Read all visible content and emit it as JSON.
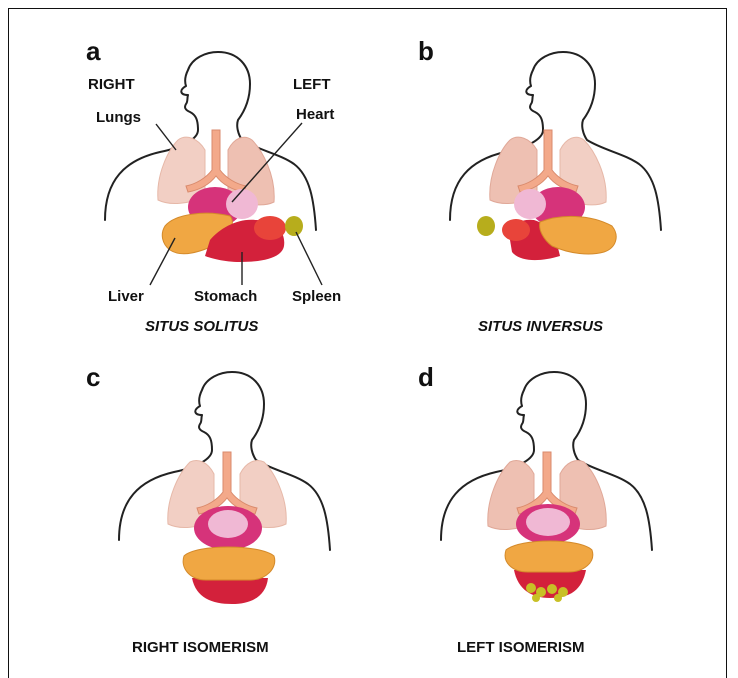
{
  "panels": [
    {
      "letter": "a",
      "caption": "SITUS SOLITUS",
      "labels": {
        "right": "RIGHT",
        "left": "LEFT",
        "lungs": "Lungs",
        "heart": "Heart",
        "liver": "Liver",
        "stomach": "Stomach",
        "spleen": "Spleen"
      }
    },
    {
      "letter": "b",
      "caption": "SITUS INVERSUS"
    },
    {
      "letter": "c",
      "caption": "RIGHT ISOMERISM"
    },
    {
      "letter": "d",
      "caption": "LEFT ISOMERISM"
    }
  ],
  "colors": {
    "lung": "#f2cfc4",
    "lung_dark": "#e7b3a4",
    "trachea": "#f3a98a",
    "heart": "#d6337a",
    "heart_light": "#f0b8d4",
    "liver": "#f0a743",
    "stomach": "#d3213b",
    "spleen": "#b7ad1c"
  }
}
